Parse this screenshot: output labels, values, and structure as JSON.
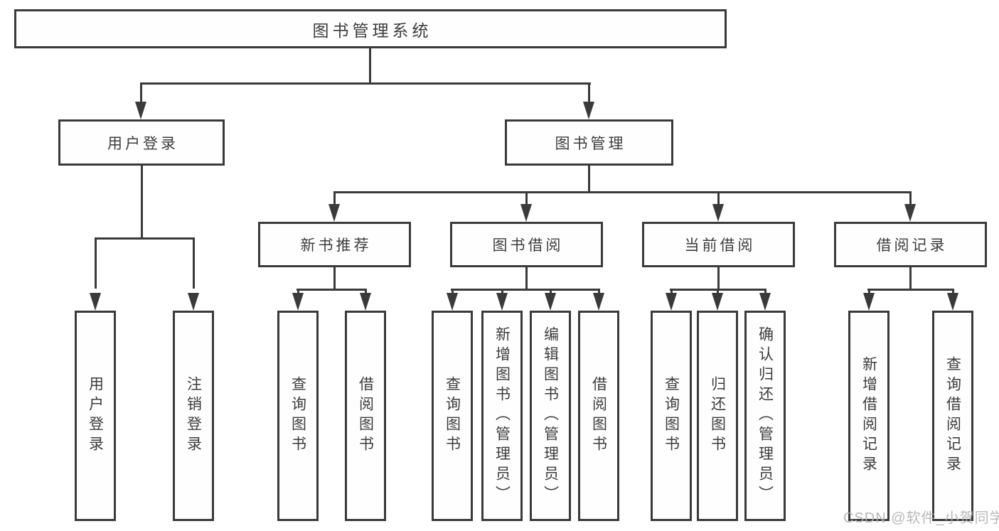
{
  "diagram": {
    "type": "hierarchy",
    "title": "图书管理系统"
  },
  "tree": {
    "root": {
      "label": "图书管理系统"
    },
    "branches": [
      {
        "label": "用户登录",
        "children": [
          {
            "label": "用户登录"
          },
          {
            "label": "注销登录"
          }
        ]
      },
      {
        "label": "图书管理",
        "children": [
          {
            "label": "新书推荐",
            "children": [
              {
                "label": "查询图书"
              },
              {
                "label": "借阅图书"
              }
            ]
          },
          {
            "label": "图书借阅",
            "children": [
              {
                "label": "查询图书"
              },
              {
                "label": "新增图书（管理员）"
              },
              {
                "label": "编辑图书（管理员）"
              },
              {
                "label": "借阅图书"
              }
            ]
          },
          {
            "label": "当前借阅",
            "children": [
              {
                "label": "查询图书"
              },
              {
                "label": "归还图书"
              },
              {
                "label": "确认归还（管理员）"
              }
            ]
          },
          {
            "label": "借阅记录",
            "children": [
              {
                "label": "新增借阅记录"
              },
              {
                "label": "查询借阅记录"
              }
            ]
          }
        ]
      }
    ]
  },
  "watermark": {
    "text": "CSDN @软件_小贺同学"
  },
  "colors": {
    "line": "#3a3a3a",
    "text": "#3c3c3c",
    "background": "#ffffff",
    "watermark": "#b3b0b0"
  }
}
